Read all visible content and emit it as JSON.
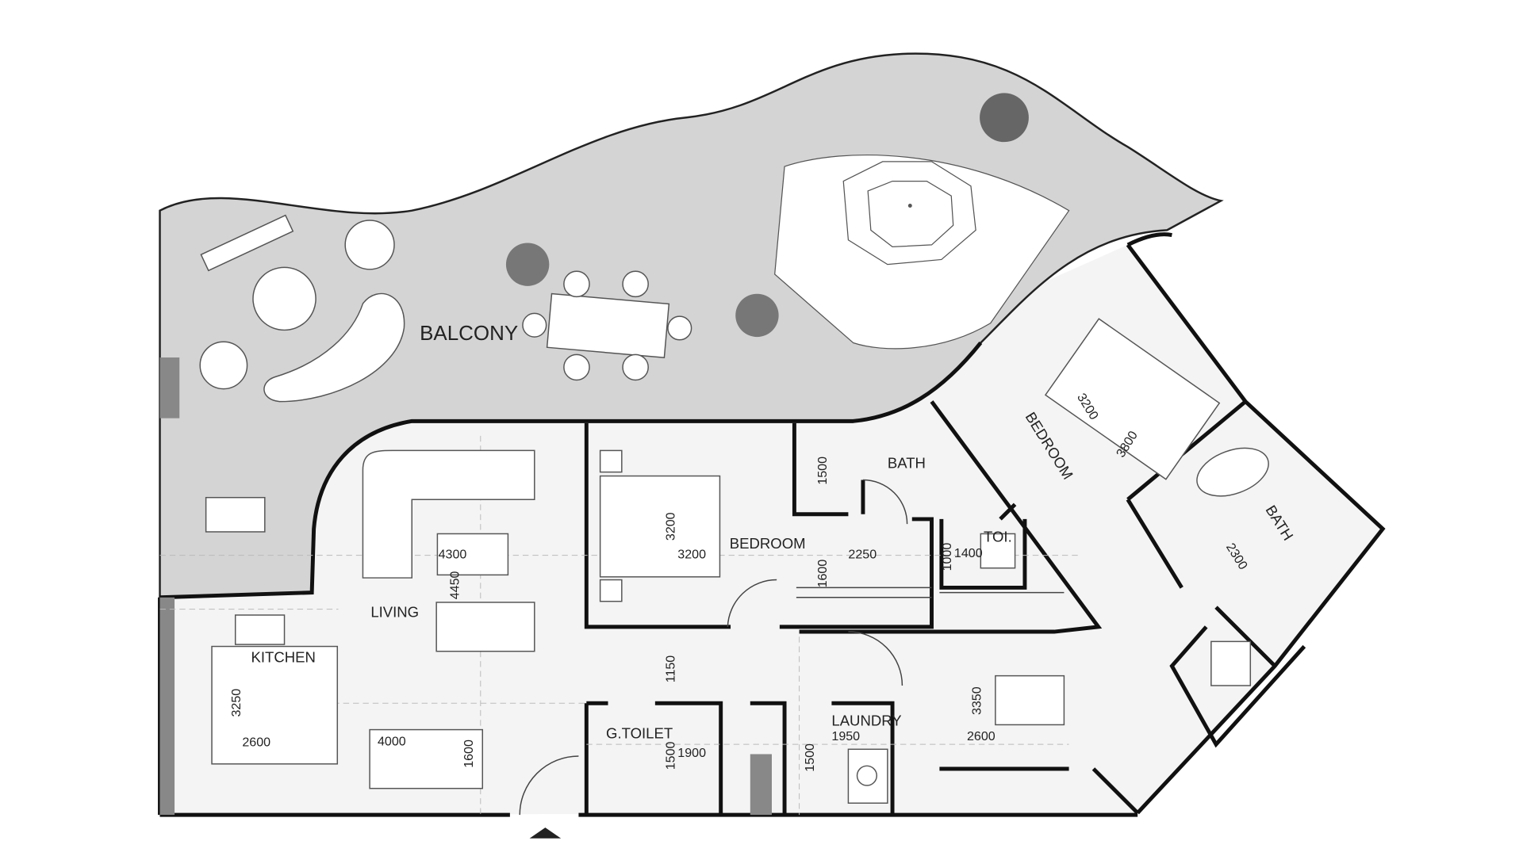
{
  "plan": {
    "rooms": {
      "balcony": "BALCONY",
      "living": "LIVING",
      "kitchen": "KITCHEN",
      "bedroom_1": "BEDROOM",
      "bath_1": "BATH",
      "toilet": "TOI.",
      "master_bedroom": "BEDROOM",
      "master_bath": "BATH",
      "guest_toilet": "G.TOILET",
      "laundry": "LAUNDRY"
    },
    "dimensions": {
      "living_w": "4300",
      "living_h": "4450",
      "bedroom_w": "3200",
      "bedroom_h": "3200",
      "bath_h": "1500",
      "corridor_w": "2250",
      "wardrobe_h": "1600",
      "toilet_h": "1000",
      "toilet_w": "1400",
      "master_w": "3200",
      "master_h": "3800",
      "master_bath": "2300",
      "kitchen_h": "3250",
      "kitchen_w": "2600",
      "dining_w": "4000",
      "dining_h": "1600",
      "hall_h": "1150",
      "gtoilet_h": "1500",
      "gtoilet_w": "1900",
      "laundry_h": "1500",
      "laundry_w": "1950",
      "hall2_h": "3350",
      "hall2_w": "2600"
    },
    "colors": {
      "balcony": "#d4d4d4",
      "wall": "#111111",
      "floor": "#f4f4f4"
    }
  }
}
